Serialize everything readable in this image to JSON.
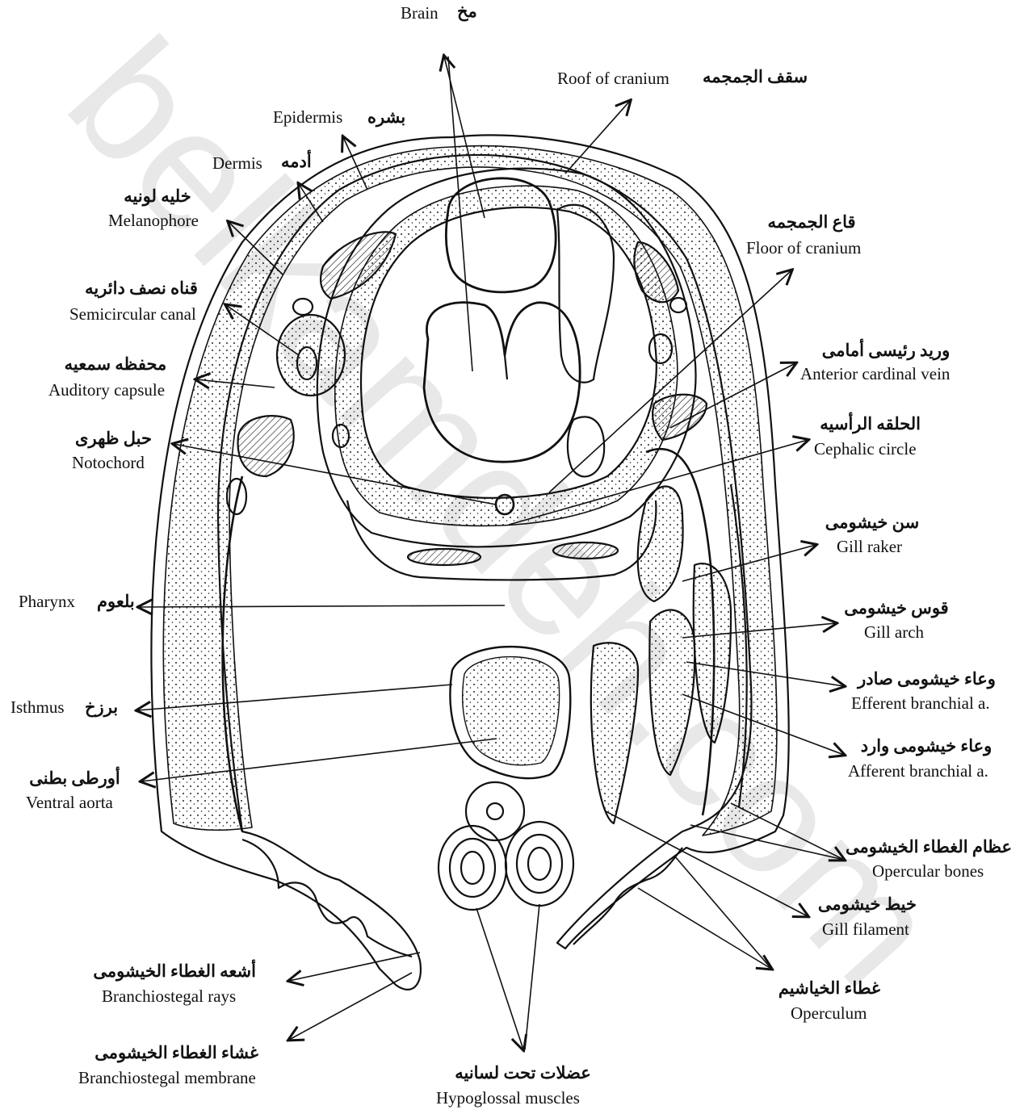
{
  "watermark": {
    "text": "belkamdeh.com",
    "color": "#000000"
  },
  "labels": {
    "brain": {
      "en": "Brain",
      "ar": "مخ"
    },
    "roof_of_cranium": {
      "en": "Roof of cranium",
      "ar": "سقف الجمجمه"
    },
    "epidermis": {
      "en": "Epidermis",
      "ar": "بشره"
    },
    "dermis": {
      "en": "Dermis",
      "ar": "أدمه"
    },
    "melanophore": {
      "en": "Melanophore",
      "ar": "خليه لونيه"
    },
    "floor_of_cranium": {
      "en": "Floor of cranium",
      "ar": "قاع الجمجمه"
    },
    "semicircular_canal": {
      "en": "Semicircular canal",
      "ar": "قناه نصف دائريه"
    },
    "anterior_cardinal_vein": {
      "en": "Anterior cardinal vein",
      "ar": "وريد رئيسى أمامى"
    },
    "auditory_capsule": {
      "en": "Auditory capsule",
      "ar": "محفظه سمعيه"
    },
    "cephalic_circle": {
      "en": "Cephalic circle",
      "ar": "الحلقه الرأسيه"
    },
    "notochord": {
      "en": "Notochord",
      "ar": "حبل ظهرى"
    },
    "gill_raker": {
      "en": "Gill raker",
      "ar": "سن خيشومى"
    },
    "pharynx": {
      "en": "Pharynx",
      "ar": "بلعوم"
    },
    "gill_arch": {
      "en": "Gill arch",
      "ar": "قوس خيشومى"
    },
    "efferent_branchial": {
      "en": "Efferent branchial a.",
      "ar": "وعاء خيشومى صادر"
    },
    "isthmus": {
      "en": "Isthmus",
      "ar": "برزخ"
    },
    "afferent_branchial": {
      "en": "Afferent branchial a.",
      "ar": "وعاء خيشومى وارد"
    },
    "ventral_aorta": {
      "en": "Ventral aorta",
      "ar": "أورطى بطنى"
    },
    "opercular_bones": {
      "en": "Opercular bones",
      "ar": "عظام الغطاء الخيشومى"
    },
    "gill_filament": {
      "en": "Gill filament",
      "ar": "خيط خيشومى"
    },
    "branchiostegal_rays": {
      "en": "Branchiostegal rays",
      "ar": "أشعه الغطاء الخيشومى"
    },
    "operculum": {
      "en": "Operculum",
      "ar": "غطاء الخياشيم"
    },
    "branchiostegal_membrane": {
      "en": "Branchiostegal membrane",
      "ar": "غشاء الغطاء الخيشومى"
    },
    "hypoglossal_muscles": {
      "en": "Hypoglossal muscles",
      "ar": "عضلات تحت لسانيه"
    }
  }
}
